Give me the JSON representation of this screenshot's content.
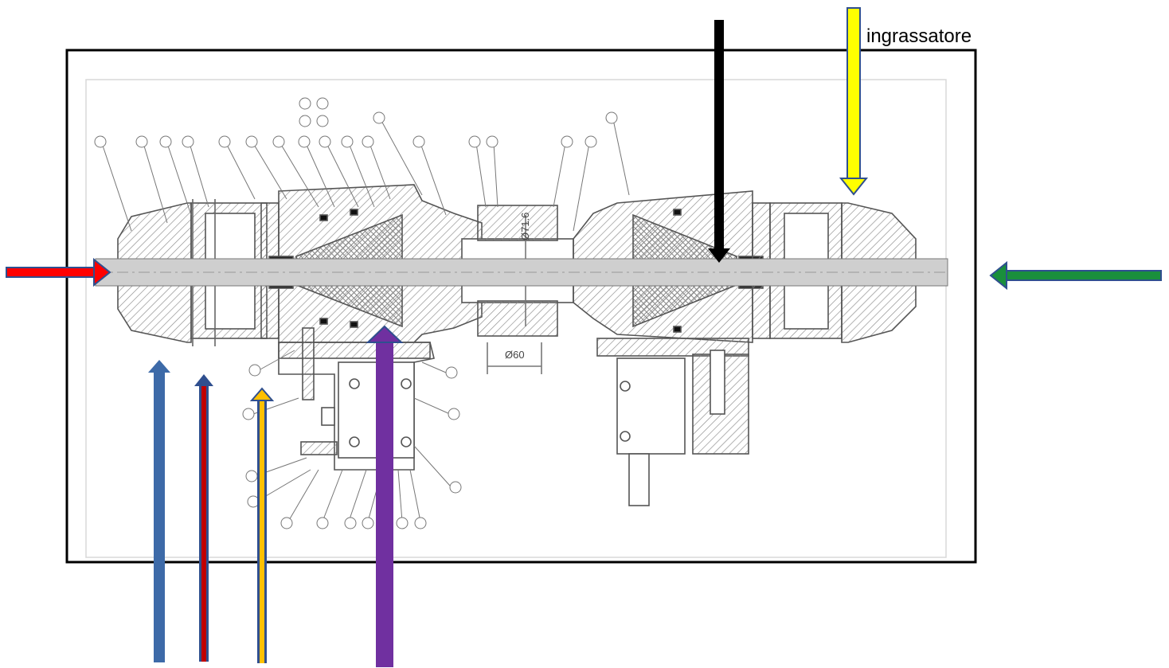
{
  "annotations": {
    "ingrassatore_label": "ingrassatore"
  },
  "drawing": {
    "dim_diameter_a": "Ø71.6",
    "dim_diameter_b": "Ø60"
  },
  "arrow_colors": {
    "red_left": "#ff0000",
    "green_right": "#1a8f3c",
    "black_top": "#000000",
    "yellow_top": "#ffff00",
    "blue_1": "#3d6aa8",
    "red_thin": "#c00000",
    "orange": "#ffc000",
    "purple": "#7030a0",
    "outline": "#2f4f8f"
  }
}
